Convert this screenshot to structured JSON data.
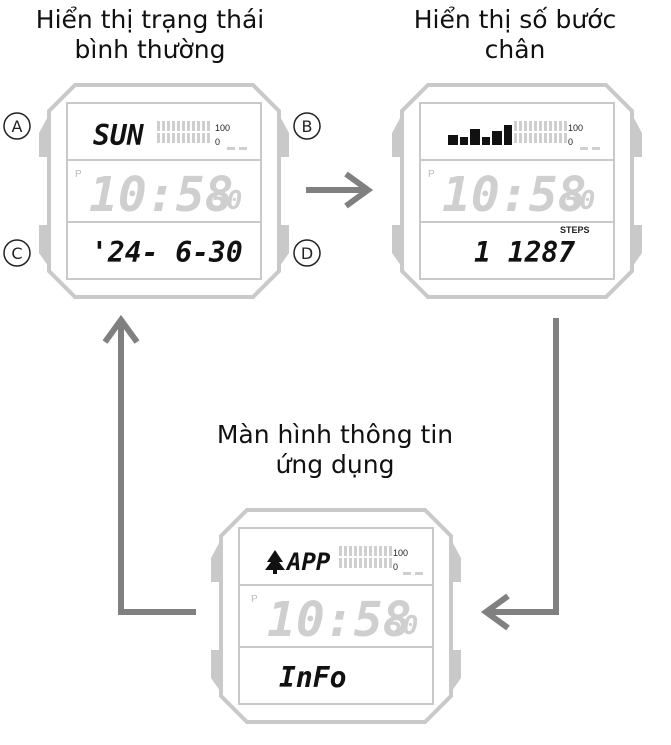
{
  "captions": {
    "normal": [
      "Hiển thị trạng thái",
      "bình thường"
    ],
    "steps": [
      "Hiển thị số bước",
      "chân"
    ],
    "app_info": [
      "Màn hình thông tin",
      "ứng dụng"
    ]
  },
  "buttons": {
    "a": "A",
    "b": "B",
    "c": "C",
    "d": "D"
  },
  "watch_normal": {
    "top_text": "SUN",
    "scale_max": "100",
    "scale_min": "0",
    "pm_indicator": "P",
    "time": "10:58",
    "seconds": "50",
    "bottom_text": "'24- 6-30"
  },
  "watch_steps": {
    "scale_max": "100",
    "scale_min": "0",
    "pm_indicator": "P",
    "time": "10:58",
    "seconds": "50",
    "steps_label": "STEPS",
    "steps_value": "1 1287"
  },
  "watch_app": {
    "top_text": "APP",
    "scale_max": "100",
    "scale_min": "0",
    "pm_indicator": "P",
    "time": "10:58",
    "seconds": "50",
    "bottom_text": "InFo"
  },
  "colors": {
    "case": "#c9c9c9",
    "arrow": "#808080",
    "segment_dim": "#cfcfcf"
  }
}
